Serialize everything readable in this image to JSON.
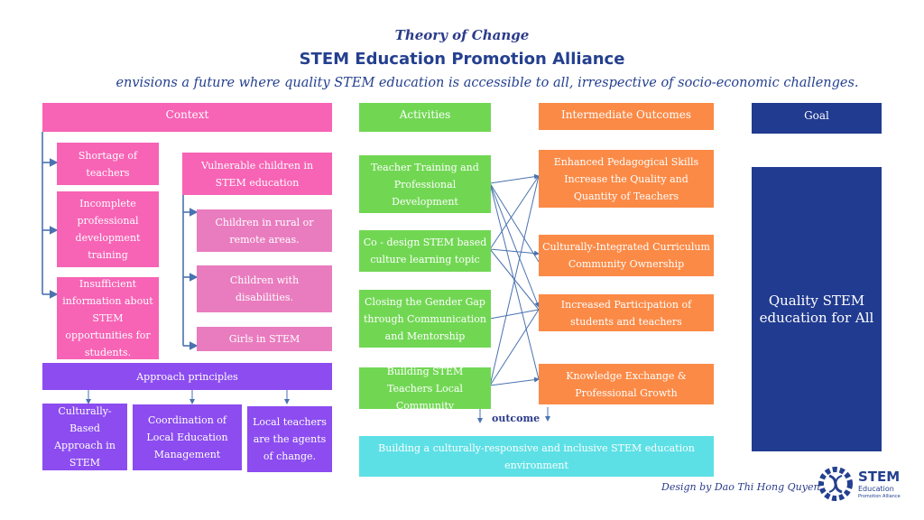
{
  "header": {
    "title": "Theory of Change",
    "organization": "STEM Education Promotion Alliance",
    "vision": "envisions a future where quality STEM education is accessible to all, irrespective of socio-economic challenges."
  },
  "context": {
    "header": "Context",
    "left_items": [
      "Shortage of teachers",
      "Incomplete professional development training",
      "Insufficient information about STEM opportunities for students."
    ],
    "vulnerable": {
      "title": "Vulnerable children in STEM education",
      "items": [
        "Children in rural or remote areas.",
        "Children with disabilities.",
        "Girls in STEM"
      ]
    }
  },
  "approach": {
    "header": "Approach principles",
    "items": [
      "Culturally-Based Approach in STEM",
      "Coordination of Local Education Management",
      "Local teachers are the agents of change."
    ]
  },
  "activities": {
    "header": "Activities",
    "items": [
      "Teacher Training and Professional Development",
      "Co - design STEM based culture learning topic",
      "Closing the Gender Gap through Communication and Mentorship",
      "Building STEM Teachers Local Community"
    ]
  },
  "outcomes": {
    "header": "Intermediate Outcomes",
    "items": [
      "Enhanced Pedagogical Skills Increase the Quality and Quantity of Teachers",
      "Culturally-Integrated Curriculum Community Ownership",
      "Increased Participation of students and teachers",
      "Knowledge Exchange & Professional Growth"
    ]
  },
  "goal": {
    "header": "Goal",
    "text": "Quality STEM education for All"
  },
  "outcome_label": "outcome",
  "final_outcome": "Building a culturally-responsive and inclusive STEM education environment",
  "credit": "Design by Dao Thi Hong Quyen",
  "logo": {
    "name": "STEM",
    "line2": "Education",
    "line3": "Promotion Alliance"
  },
  "colors": {
    "context": "#f763b5",
    "vulnerable_sub": "#e97cbf",
    "approach": "#8c4cf0",
    "activities": "#71d753",
    "outcomes": "#fb8a46",
    "goal": "#213b90",
    "final": "#5ce0e6",
    "connector": "#4a72b0",
    "title": "#24408f"
  }
}
